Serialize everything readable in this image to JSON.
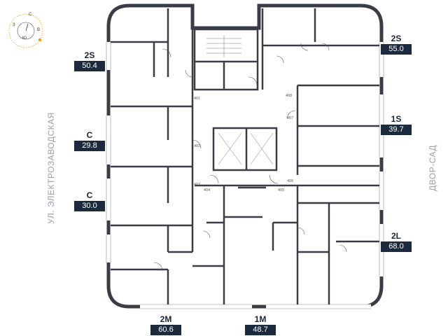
{
  "compass": {
    "north": "С",
    "west": "З",
    "south": "Ю",
    "east": "В",
    "accent_color": "#f39c12"
  },
  "streets": {
    "left": "УЛ. ЭЛЕКТРОЗАВОДСКАЯ",
    "right": "ДВОР-САД"
  },
  "apartments": [
    {
      "id": "apt-2s-left",
      "type": "2S",
      "area": "50.4"
    },
    {
      "id": "apt-c-upper",
      "type": "C",
      "area": "29.8"
    },
    {
      "id": "apt-c-lower",
      "type": "C",
      "area": "30.0"
    },
    {
      "id": "apt-2s-right",
      "type": "2S",
      "area": "55.0"
    },
    {
      "id": "apt-1s-right",
      "type": "1S",
      "area": "39.7"
    },
    {
      "id": "apt-2l-right",
      "type": "2L",
      "area": "68.0"
    },
    {
      "id": "apt-2m-bottom",
      "type": "2M",
      "area": "60.6"
    },
    {
      "id": "apt-1m-bottom",
      "type": "1M",
      "area": "48.7"
    }
  ],
  "rooms": [
    "401",
    "402",
    "403",
    "404",
    "405",
    "406",
    "407",
    "408"
  ],
  "colors": {
    "wall": "#3a3d45",
    "area_badge": "#1c2a3e",
    "label_text": "#1b2433"
  }
}
